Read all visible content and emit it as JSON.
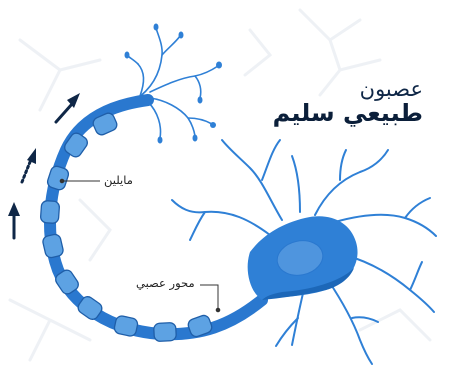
{
  "title": {
    "line1": "عصبون",
    "line2": "طبيعي سليم"
  },
  "labels": {
    "myelin": "مايلين",
    "axon": "محور عصبي"
  },
  "colors": {
    "neuron_blue": "#2f80d6",
    "axon_blue": "#2a78cf",
    "myelin_fill": "#5da2e3",
    "myelin_dark": "#1f5ea8",
    "soma_dark": "#1c67b8",
    "nucleus": "#4f95de",
    "arrow_dark": "#0f2747",
    "background_neuron": "#eef1f5"
  },
  "icons": {
    "direction_arrows": "arrow-up-icon"
  }
}
